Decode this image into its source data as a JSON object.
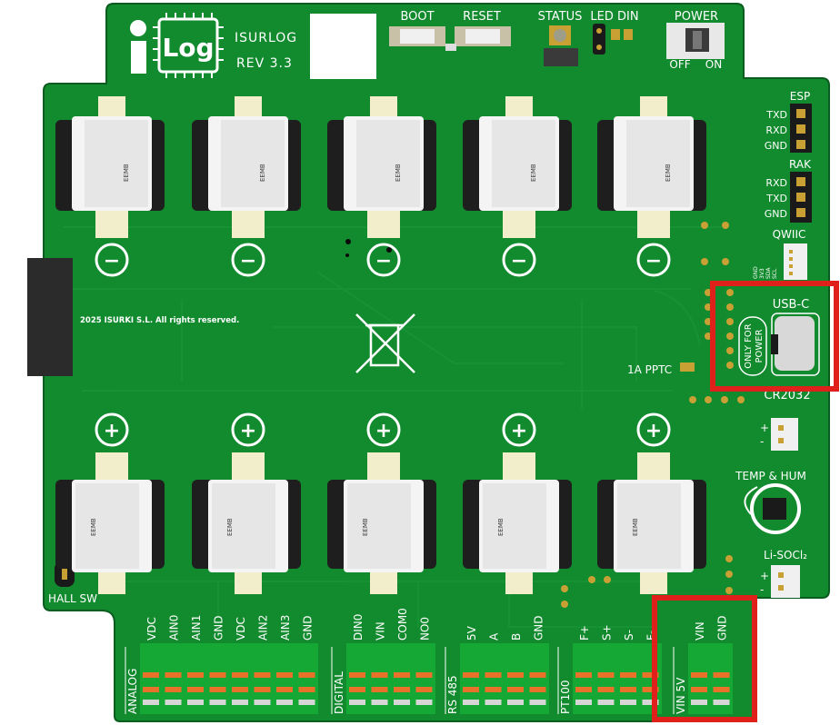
{
  "board": {
    "logo_i": "i",
    "logo_word": "Log",
    "brand": "ISURLOG",
    "revision": "REV 3.3",
    "copyright": "2025 ISURKI S.L. All rights reserved.",
    "mask_color": "#128a2e",
    "mask_dark": "#0e7426",
    "highlight_color": "#e0201a"
  },
  "top_labels": {
    "boot": "BOOT",
    "reset": "RESET",
    "status": "STATUS",
    "led_din": "LED DIN",
    "power": "POWER",
    "off": "OFF",
    "on": "ON"
  },
  "esp": {
    "title": "ESP",
    "pins": [
      "TXD",
      "RXD",
      "GND"
    ]
  },
  "rak": {
    "title": "RAK",
    "pins": [
      "RXD",
      "TXD",
      "GND"
    ]
  },
  "side_labels": {
    "qwiic": "QWIIC",
    "qwiic_pins": [
      "GND",
      "3V3",
      "SDA",
      "SCL"
    ],
    "usb_c": "USB-C",
    "only_for_power": [
      "ONLY FOR",
      "POWER"
    ],
    "pptc": "1A PPTC",
    "cr2032": "CR2032",
    "temp_hum": "TEMP & HUM",
    "li_socl2": "Li-SOCl₂",
    "hall_sw": "HALL SW",
    "plus": "+",
    "minus": "-"
  },
  "battery": {
    "minus_symbol": "−",
    "plus_symbol": "+",
    "cell_brand": "EEMB"
  },
  "terminals": {
    "analog_label": "ANALOG",
    "analog_pins": [
      "VDC",
      "AIN0",
      "AIN1",
      "GND",
      "VDC",
      "AIN2",
      "AIN3",
      "GND"
    ],
    "digital_label": "DIGITAL",
    "digital_pins": [
      "DIN0",
      "VIN",
      "COM0",
      "NO0"
    ],
    "rs485_label": "RS 485",
    "rs485_pins": [
      "5V",
      "A",
      "B",
      "GND"
    ],
    "pt100_label": "PT100",
    "pt100_pins": [
      "F+",
      "S+",
      "S-",
      "F-"
    ],
    "vin5v_label": "VIN 5V",
    "vin5v_pins": [
      "VIN",
      "GND"
    ]
  }
}
